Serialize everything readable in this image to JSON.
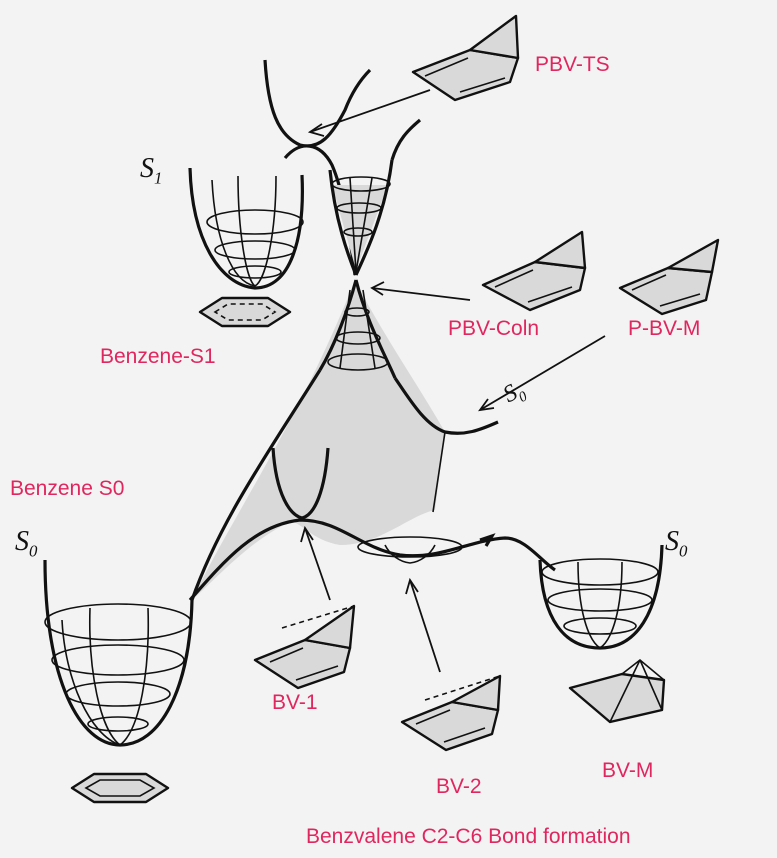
{
  "label_color": "#e0265f",
  "line_color": "#111111",
  "shading_color": "#d9d9d9",
  "background_color": "#f3f3f3",
  "labels": {
    "pbv_ts": "PBV-TS",
    "pbv_coln": "PBV-Coln",
    "p_bv_m": "P-BV-M",
    "benzene_s1": "Benzene-S1",
    "benzene_s0": "Benzene S0",
    "bv_1": "BV-1",
    "bv_2": "BV-2",
    "bv_m": "BV-M",
    "footer": "Benzvalene C2-C6 Bond formation"
  },
  "state_labels": {
    "s1": "S1",
    "s0_left": "S0",
    "s0_right": "S0",
    "s0_mid": "S0"
  },
  "icons": [
    "benzene-ring-icon",
    "benzvalene-molecule-icon",
    "prefulvene-molecule-icon",
    "arrow-icon"
  ]
}
